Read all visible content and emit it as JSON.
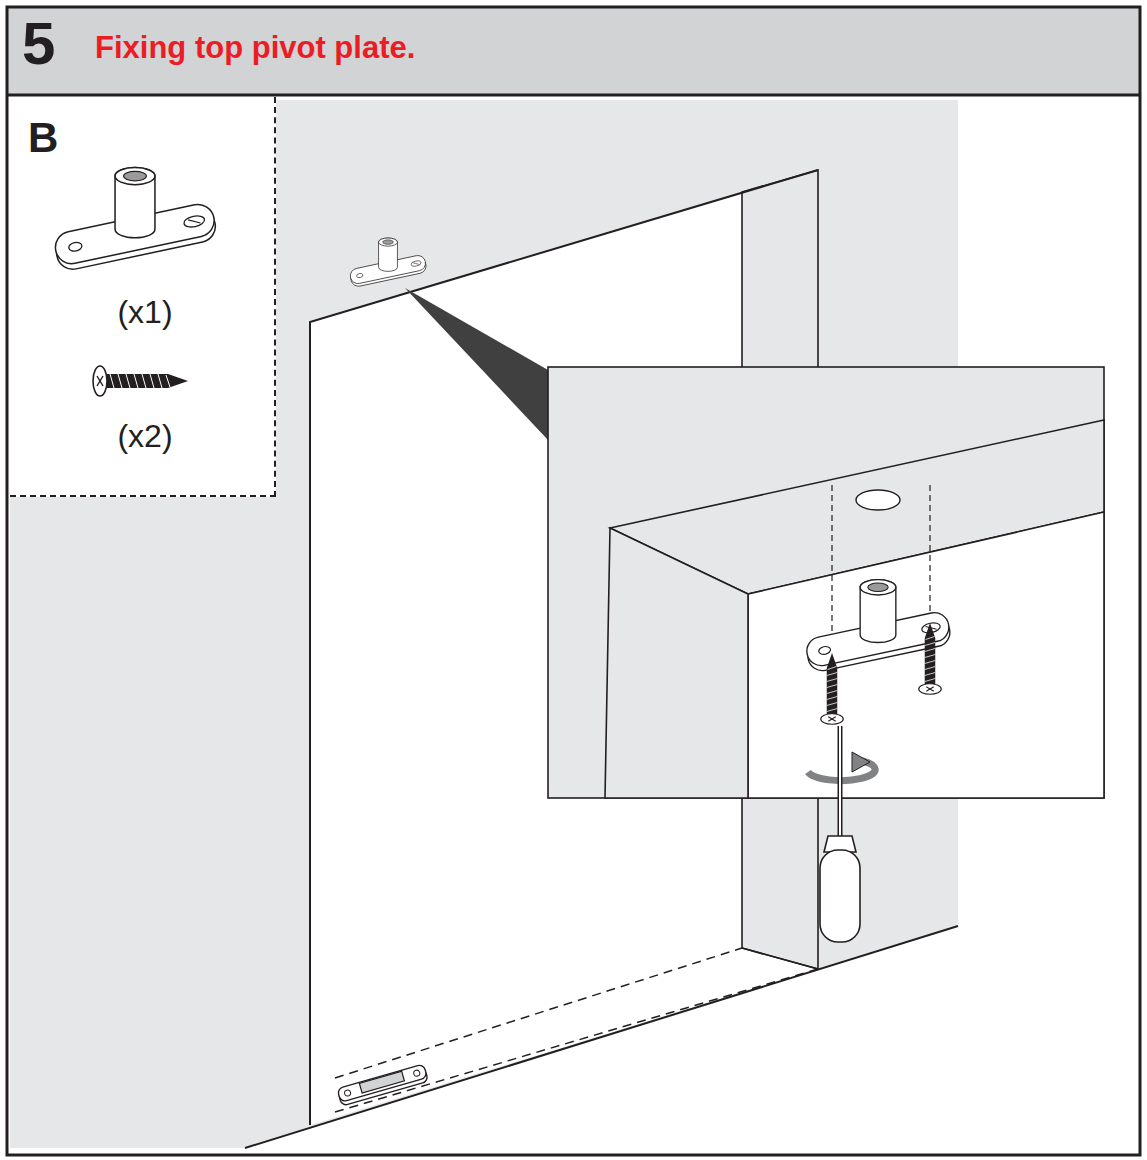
{
  "diagram": {
    "title": "Fixing top pivot plate.",
    "nodes": [
      {
        "text": [
          "B",
          "(x1)",
          "(x2)"
        ]
      }
    ],
    "labels": [
      "5"
    ]
  }
}
